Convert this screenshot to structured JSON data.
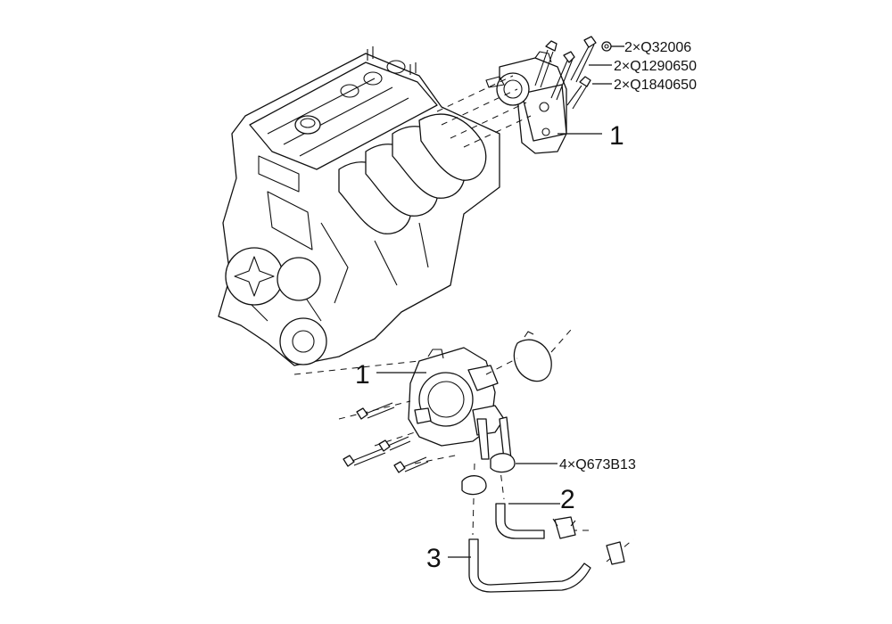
{
  "callouts": {
    "throttle_body_top": "1",
    "throttle_body_bottom": "1",
    "hose_2": "2",
    "hose_3": "3"
  },
  "fasteners": {
    "nut_top": "2×Q32006",
    "bolt_mid": "2×Q1290650",
    "bolt_low": "2×Q1840650",
    "hose_clamps": "4×Q673B13"
  }
}
